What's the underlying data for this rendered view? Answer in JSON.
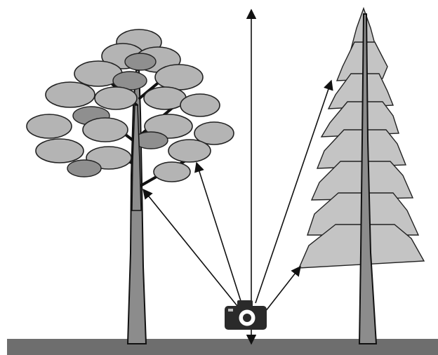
{
  "scene": {
    "objects": [
      "broadleaf-tree",
      "conifer-tree",
      "camera",
      "ground"
    ],
    "colors": {
      "background": "#ffffff",
      "ground": "#6e6e6e",
      "foliage": "#b4b4b4",
      "trunk": "#8c8c8c",
      "camera": "#2a2a2a"
    }
  }
}
